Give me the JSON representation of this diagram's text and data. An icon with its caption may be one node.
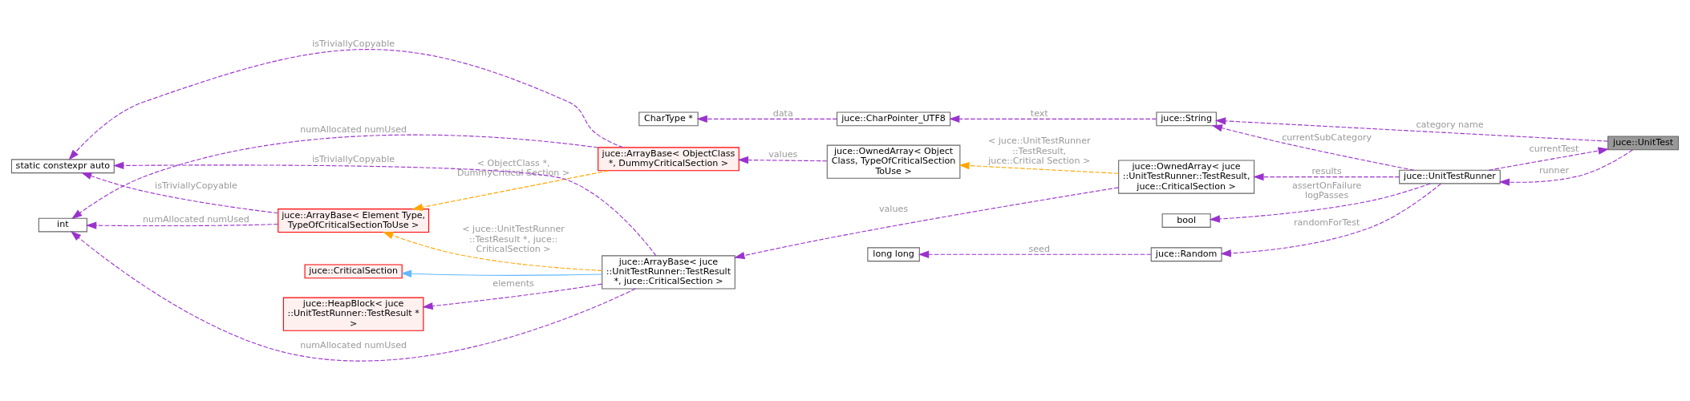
{
  "diagram": {
    "nodes": [
      {
        "text": [
          "CharType *"
        ]
      },
      {
        "text": [
          "juce::CharPointer_UTF8"
        ]
      },
      {
        "text": [
          "juce::String"
        ]
      },
      {
        "text": [
          "juce::UnitTest"
        ]
      },
      {
        "text": [
          "juce::UnitTestRunner"
        ]
      },
      {
        "text": [
          "static constexpr auto"
        ]
      },
      {
        "text": [
          "juce::ArrayBase< ObjectClass *, DummyCriticalSection >"
        ]
      },
      {
        "text": [
          "juce::OwnedArray< Object Class, TypeOfCriticalSection ToUse >"
        ]
      },
      {
        "text": [
          "juce::OwnedArray< juce ::UnitTestRunner::TestResult, juce::CriticalSection >"
        ]
      },
      {
        "text": [
          "bool"
        ]
      },
      {
        "text": [
          "int"
        ]
      },
      {
        "text": [
          "juce::ArrayBase< Element Type, TypeOfCriticalSectionToUse >"
        ]
      },
      {
        "text": [
          "juce::HeapBlock< juce ::UnitTestRunner::TestResult * >"
        ]
      },
      {
        "text": [
          "juce::CriticalSection"
        ]
      },
      {
        "text": [
          "juce::ArrayBase< juce ::UnitTestRunner::TestResult *, juce::CriticalSection >"
        ]
      },
      {
        "text": [
          "long long"
        ]
      },
      {
        "text": [
          "juce::Random"
        ]
      }
    ],
    "edges": [
      {
        "from": 1,
        "to": 0,
        "arrow": "to",
        "label": "data",
        "style": "dashed"
      },
      {
        "from": 2,
        "to": 1,
        "arrow": "to",
        "label": "text",
        "style": "dashed"
      },
      {
        "from": 4,
        "to": 2,
        "arrow": "to",
        "label": "currentSubCategory",
        "style": "dashed"
      },
      {
        "from": 3,
        "to": 2,
        "arrow": "to",
        "label": "category name",
        "style": "dashed"
      },
      {
        "from": 4,
        "to": 3,
        "arrow": "to",
        "label": "currentTest",
        "style": "dashed"
      },
      {
        "from": 3,
        "to": 4,
        "arrow": "to",
        "label": "runner",
        "style": "dashed"
      },
      {
        "from": 6,
        "to": 5,
        "arrow": "to",
        "label": "isTriviallyCopyable",
        "style": "dashed"
      },
      {
        "from": 14,
        "to": 5,
        "arrow": "to",
        "label": "isTriviallyCopyable",
        "style": "dashed"
      },
      {
        "from": 11,
        "to": 5,
        "arrow": "to",
        "label": "isTriviallyCopyable",
        "style": "dashed"
      },
      {
        "from": 6,
        "to": 10,
        "arrow": "to",
        "label": "numAllocated numUsed",
        "style": "dashed"
      },
      {
        "from": 6,
        "to": 11,
        "arrow": "to",
        "label": "< ObjectClass *, DummyCritical Section >",
        "style": "dashed",
        "color": "#ffa500"
      },
      {
        "from": 7,
        "to": 6,
        "arrow": "to",
        "label": "values",
        "style": "dashed"
      },
      {
        "from": 8,
        "to": 7,
        "arrow": "to",
        "label": "< juce::UnitTestRunner ::TestResult, juce::Critical Section >",
        "style": "dashed",
        "color": "#ffa500"
      },
      {
        "from": 4,
        "to": 8,
        "arrow": "to",
        "label": "results",
        "style": "dashed"
      },
      {
        "from": 8,
        "to": 14,
        "arrow": "to",
        "label": "values",
        "style": "dashed"
      },
      {
        "from": 4,
        "to": 9,
        "arrow": "to",
        "label": "assertOnFailure logPasses",
        "style": "dashed"
      },
      {
        "from": 4,
        "to": 16,
        "arrow": "to",
        "label": "randomForTest",
        "style": "dashed"
      },
      {
        "from": 16,
        "to": 15,
        "arrow": "to",
        "label": "seed",
        "style": "dashed"
      },
      {
        "from": 11,
        "to": 10,
        "arrow": "to",
        "label": "numAllocated numUsed",
        "style": "dashed"
      },
      {
        "from": 14,
        "to": 11,
        "arrow": "to",
        "label": "< juce::UnitTestRunner ::TestResult *, juce:: CriticalSection >",
        "style": "dashed",
        "color": "#ffa500"
      },
      {
        "from": 14,
        "to": 12,
        "arrow": "to",
        "label": "elements",
        "style": "dashed"
      },
      {
        "from": 14,
        "to": 13,
        "arrow": "to",
        "color": "#63b8ff"
      },
      {
        "from": 14,
        "to": 10,
        "arrow": "to",
        "label": "numAllocated numUsed",
        "style": "dashed"
      }
    ]
  }
}
